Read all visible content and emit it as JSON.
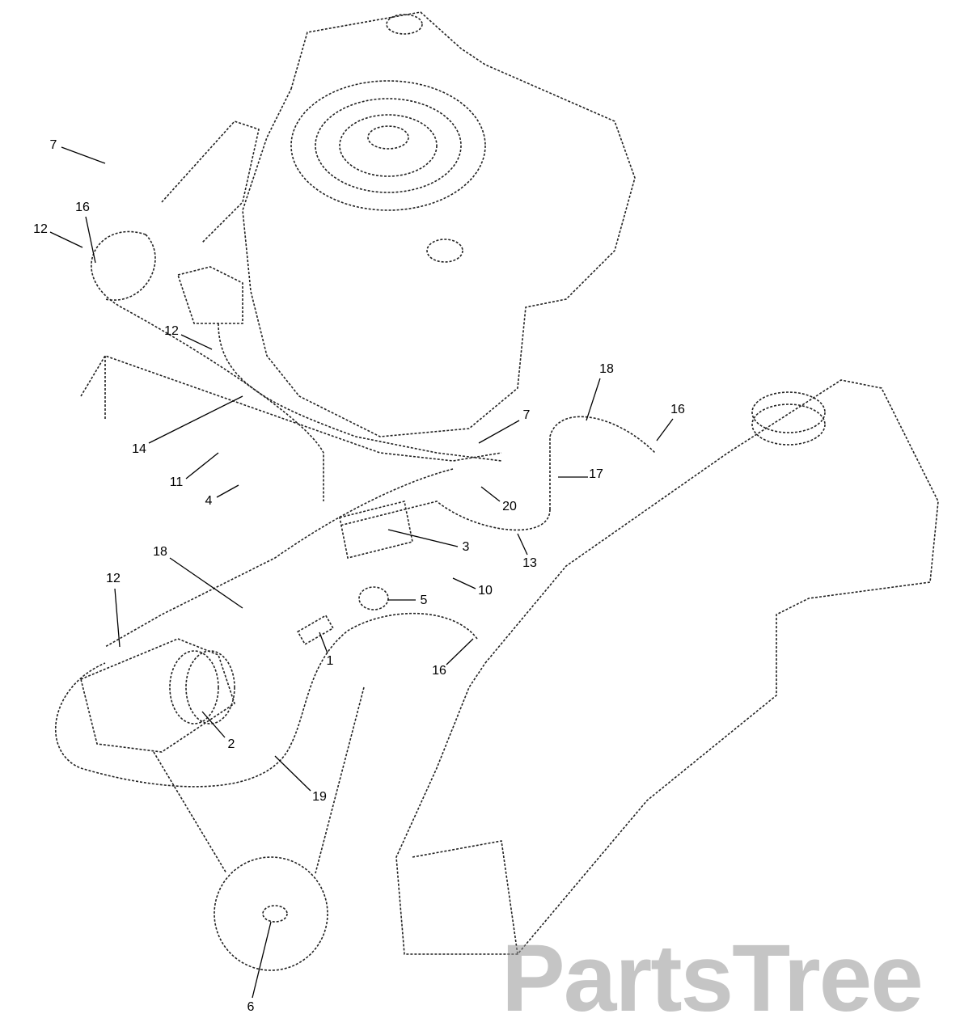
{
  "watermark": "PartsTree",
  "callouts": [
    "7",
    "16",
    "12",
    "12",
    "14",
    "11",
    "4",
    "18",
    "16",
    "7",
    "17",
    "20",
    "3",
    "13",
    "10",
    "18",
    "12",
    "5",
    "1",
    "16",
    "2",
    "19",
    "6"
  ]
}
